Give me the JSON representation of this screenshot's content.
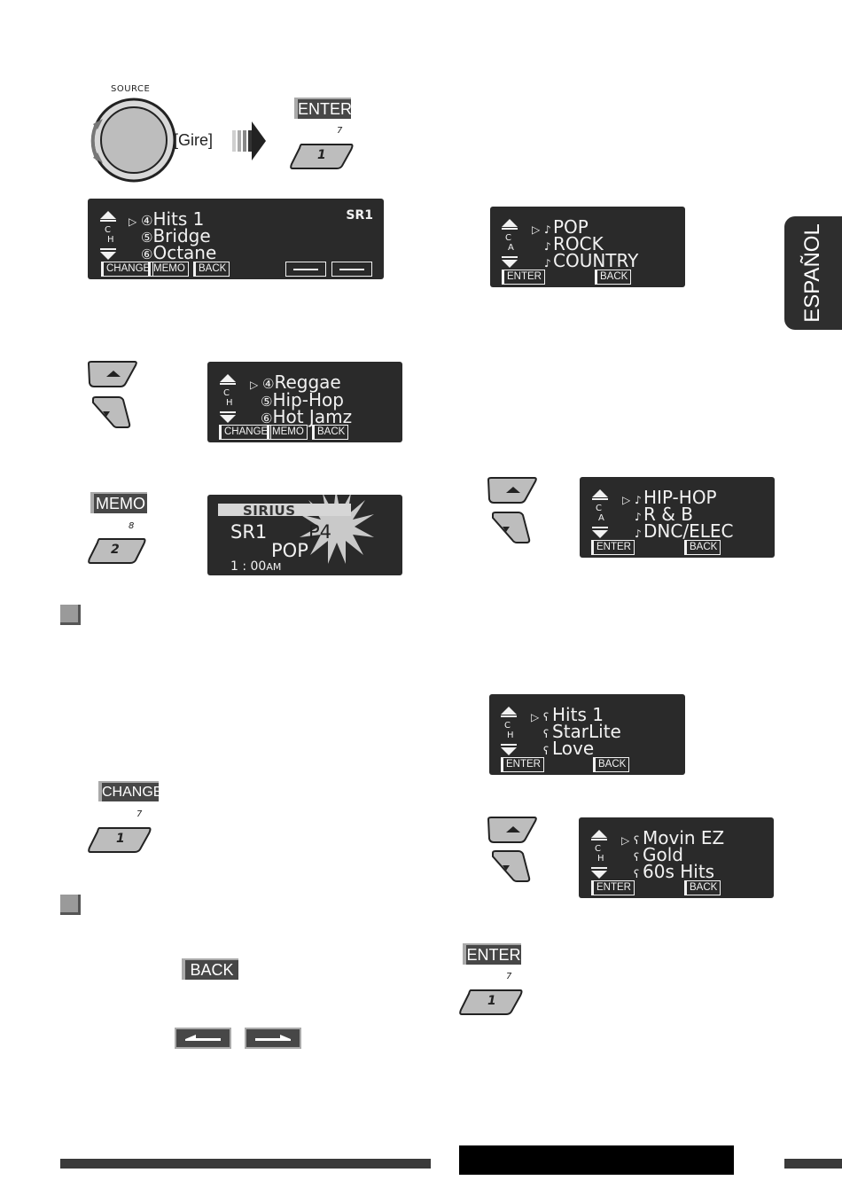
{
  "source_label": "SOURCE",
  "turn_label": "[Gire]",
  "lang_tab": "ESPAÑOL",
  "tags": {
    "enter": "ENTER",
    "memo": "MEMO",
    "change": "CHANGE",
    "back": "BACK"
  },
  "buttons": {
    "btn1_number": "1",
    "btn1_small": "7",
    "btn2_number": "2",
    "btn2_small": "8"
  },
  "disp1": {
    "ch": [
      "C",
      "H"
    ],
    "marker": "▷",
    "rows": [
      {
        "num": "④",
        "name": "Hits 1"
      },
      {
        "num": "⑤",
        "name": "Bridge"
      },
      {
        "num": "⑥",
        "name": "Octane"
      }
    ],
    "band": "SR1",
    "soft": [
      "CHANGE",
      "MEMO",
      "BACK"
    ]
  },
  "disp2": {
    "ch": [
      "C",
      "H"
    ],
    "marker": "▷",
    "rows": [
      {
        "num": "④",
        "name": "Reggae"
      },
      {
        "num": "⑤",
        "name": "Hip-Hop"
      },
      {
        "num": "⑥",
        "name": "Hot Jamz"
      }
    ],
    "soft": [
      "CHANGE",
      "MEMO",
      "BACK"
    ]
  },
  "disp3": {
    "brand": "SIRIUS",
    "band": "SR1",
    "preset": "P4",
    "genre": "POP",
    "time": "1 : 00",
    "ampm": "AM"
  },
  "disp4": {
    "ch": [
      "C",
      "A"
    ],
    "marker": "▷",
    "rows": [
      "POP",
      "ROCK",
      "COUNTRY"
    ],
    "soft": [
      "ENTER",
      "BACK"
    ]
  },
  "disp5": {
    "ch": [
      "C",
      "A"
    ],
    "marker": "▷",
    "rows": [
      "HIP-HOP",
      "R & B",
      "DNC/ELEC"
    ],
    "soft": [
      "ENTER",
      "BACK"
    ]
  },
  "disp6": {
    "ch": [
      "C",
      "H"
    ],
    "marker": "▷",
    "rows": [
      "Hits 1",
      "StarLite",
      "Love"
    ],
    "soft": [
      "ENTER",
      "BACK"
    ]
  },
  "disp7": {
    "ch": [
      "C",
      "H"
    ],
    "marker": "▷",
    "rows": [
      "Movin EZ",
      "Gold",
      "60s Hits"
    ],
    "soft": [
      "ENTER",
      "BACK"
    ]
  }
}
